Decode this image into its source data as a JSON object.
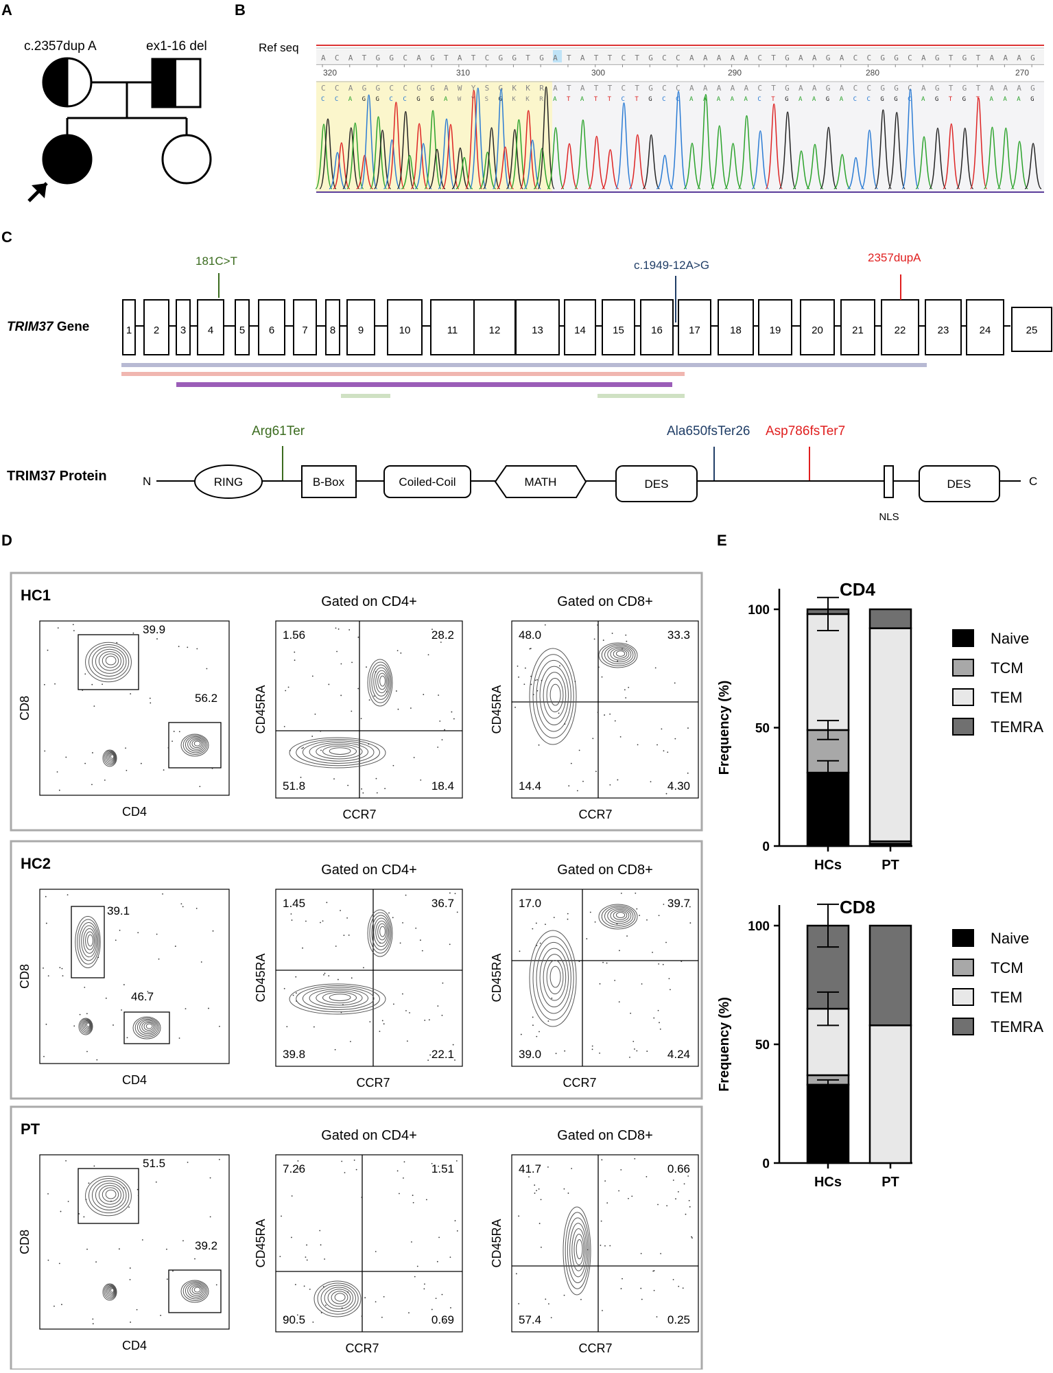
{
  "panel_labels": {
    "a": "A",
    "b": "B",
    "c": "C",
    "d": "D",
    "e": "E"
  },
  "pedigree": {
    "mother_variant": "c.2357dup A",
    "father_variant": "ex1-16 del"
  },
  "sequencing": {
    "ref_label": "Ref seq",
    "ref_seq": "ACATGGCAGTATCGGTGATATTCTGCCAAAAACTGAAGACCGGCAGTGTAAAG",
    "read_seq": "CCAGGCCGGAWYSGKKRATATTCTGCCAAAAACTGAAGACCGGCAGTGTAAAG",
    "positions": [
      "320",
      "310",
      "300",
      "290",
      "280",
      "270"
    ]
  },
  "gene": {
    "name": "TRIM37",
    "suffix": " Gene",
    "exons": [
      "1",
      "2",
      "3",
      "4",
      "5",
      "6",
      "7",
      "8",
      "9",
      "10",
      "11",
      "12",
      "13",
      "14",
      "15",
      "16",
      "17",
      "18",
      "19",
      "20",
      "21",
      "22",
      "23",
      "24",
      "25"
    ],
    "variants": [
      {
        "label": "181C>T",
        "color": "#3a6b1e"
      },
      {
        "label": "c.1949-12A>G",
        "color": "#1f3d66"
      },
      {
        "label": "2357dupA",
        "color": "#e01e1e"
      }
    ]
  },
  "protein": {
    "title": "TRIM37 Protein",
    "n": "N",
    "c": "C",
    "domains": [
      "RING",
      "B-Box",
      "Coiled-Coil",
      "MATH",
      "DES",
      "NLS",
      "DES"
    ],
    "variants": [
      {
        "label": "Arg61Ter",
        "color": "#3a6b1e"
      },
      {
        "label": "Ala650fsTer26",
        "color": "#1f3d66"
      },
      {
        "label": "Asp786fsTer7",
        "color": "#e01e1e"
      }
    ]
  },
  "flow": {
    "rows": [
      {
        "name": "HC1",
        "cd8_gate": "39.9",
        "cd4_gate": "56.2",
        "cd4_title": "Gated on CD4+",
        "cd4_q": [
          "1.56",
          "28.2",
          "51.8",
          "18.4"
        ],
        "cd8_title": "Gated on CD8+",
        "cd8_q": [
          "48.0",
          "33.3",
          "14.4",
          "4.30"
        ]
      },
      {
        "name": "HC2",
        "cd8_gate": "39.1",
        "cd4_gate": "46.7",
        "cd4_title": "Gated on CD4+",
        "cd4_q": [
          "1.45",
          "36.7",
          "39.8",
          "22.1"
        ],
        "cd8_title": "Gated on CD8+",
        "cd8_q": [
          "17.0",
          "39.7",
          "39.0",
          "4.24"
        ]
      },
      {
        "name": "PT",
        "cd8_gate": "51.5",
        "cd4_gate": "39.2",
        "cd4_title": "Gated on CD4+",
        "cd4_q": [
          "7.26",
          "1.51",
          "90.5",
          "0.69"
        ],
        "cd8_title": "Gated on CD8+",
        "cd8_q": [
          "41.7",
          "0.66",
          "57.4",
          "0.25"
        ]
      }
    ],
    "axis": {
      "cd8": "CD8",
      "cd4": "CD4",
      "cd45ra": "CD45RA",
      "ccr7": "CCR7"
    }
  },
  "chart_data": [
    {
      "type": "bar",
      "title": "CD4",
      "ylabel": "Frequency (%)",
      "ylim": [
        0,
        100
      ],
      "yticks": [
        "0",
        "50",
        "100"
      ],
      "categories": [
        "HCs",
        "PT"
      ],
      "series": [
        {
          "name": "Naive",
          "color": "#000000",
          "values": [
            31,
            1
          ]
        },
        {
          "name": "TCM",
          "color": "#a8a8a8",
          "values": [
            18,
            1
          ]
        },
        {
          "name": "TEM",
          "color": "#e8e8e8",
          "values": [
            49,
            90
          ]
        },
        {
          "name": "TEMRA",
          "color": "#707070",
          "values": [
            2,
            8
          ]
        }
      ]
    },
    {
      "type": "bar",
      "title": "CD8",
      "ylabel": "Frequency (%)",
      "ylim": [
        0,
        100
      ],
      "yticks": [
        "0",
        "50",
        "100"
      ],
      "categories": [
        "HCs",
        "PT"
      ],
      "series": [
        {
          "name": "Naive",
          "color": "#000000",
          "values": [
            33,
            0
          ]
        },
        {
          "name": "TCM",
          "color": "#a8a8a8",
          "values": [
            4,
            0
          ]
        },
        {
          "name": "TEM",
          "color": "#e8e8e8",
          "values": [
            28,
            58
          ]
        },
        {
          "name": "TEMRA",
          "color": "#707070",
          "values": [
            35,
            42
          ]
        }
      ]
    }
  ]
}
